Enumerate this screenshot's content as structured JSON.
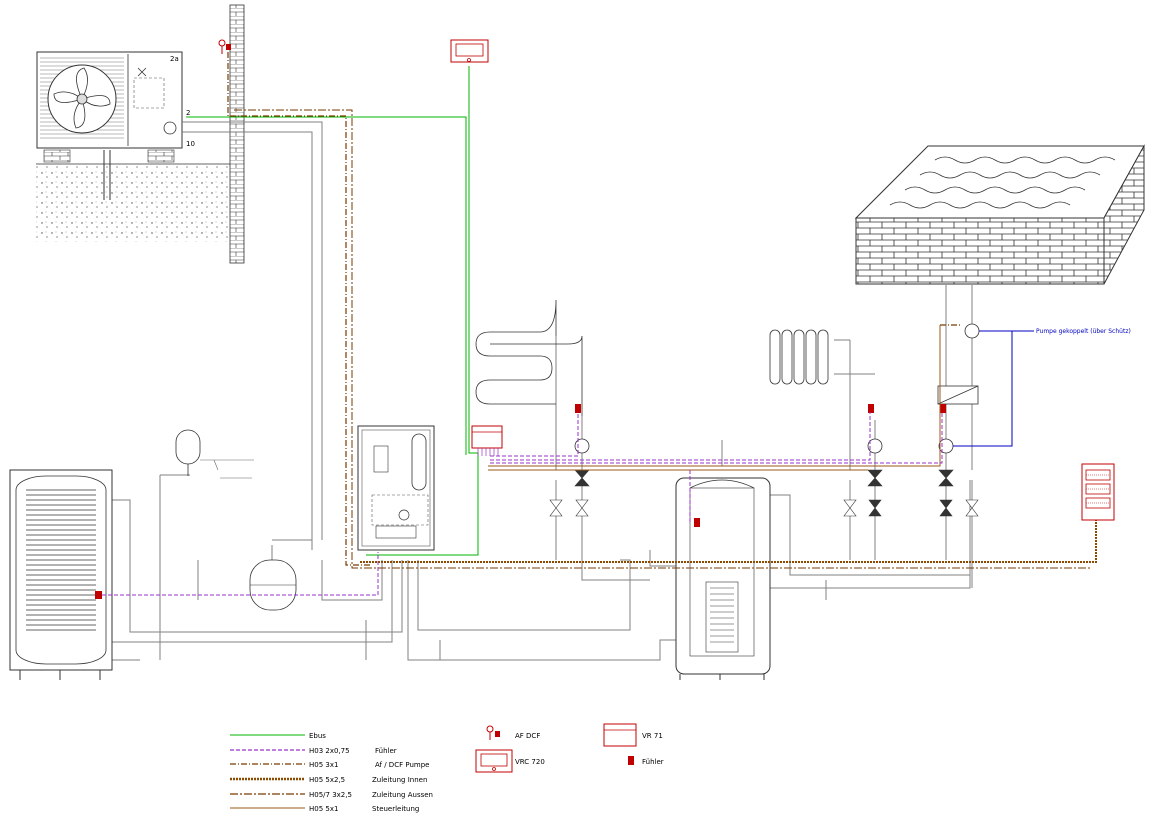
{
  "colors": {
    "ebus": "#00b400",
    "fuehler": "#9933cc",
    "af_dcf": "#7a3b00",
    "zuleitung_innen": "#8b4a00",
    "zuleitung_aussen": "#7a3b00",
    "steuerleitung": "#9b5a1a",
    "pipe": "#808080",
    "device_red": "#c00000",
    "pump_signal": "#0000c0"
  },
  "labels": {
    "unit_2a": "2a",
    "unit_2": "2",
    "unit_10": "10",
    "pumpe_note": "Pumpe gekoppelt (über Schütz)"
  },
  "legend": {
    "lines": [
      {
        "name": "Ebus",
        "cable": "",
        "desc": ""
      },
      {
        "name": "",
        "cable": "H03  2x0,75",
        "desc": "Fühler"
      },
      {
        "name": "",
        "cable": "H05  3x1",
        "desc": "Af / DCF Pumpe"
      },
      {
        "name": "",
        "cable": "H05  5x2,5",
        "desc": "Zuleitung Innen"
      },
      {
        "name": "",
        "cable": "H05/7  3x2,5",
        "desc": "Zuleitung Aussen"
      },
      {
        "name": "",
        "cable": "H05  5x1",
        "desc": "Steuerleitung"
      }
    ],
    "symbols": {
      "af_dcf": "AF DCF",
      "vrc720": "VRC 720",
      "vr71": "VR 71",
      "fuehler": "Fühler"
    }
  }
}
